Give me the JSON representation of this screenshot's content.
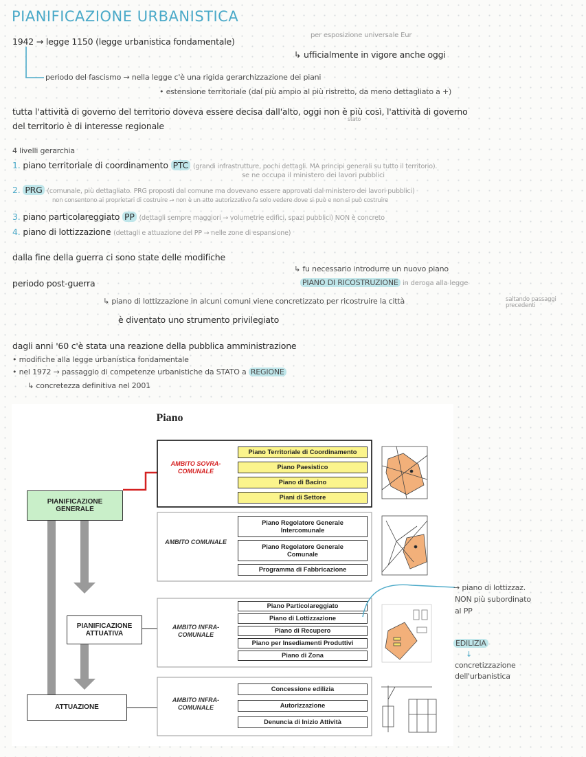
{
  "title": "PIANIFICAZIONE URBANISTICA",
  "notes": {
    "l1_main": "1942 → legge 1150 (legge urbanistica fondamentale)",
    "l1_side": "per esposizione universale Eur",
    "l2": "↳ ufficialmente in vigore anche oggi",
    "l3": "periodo del fascismo → nella legge c'è una rigida gerarchizzazione dei piani",
    "l4": "• estensione territoriale (dal più ampio al più ristretto, da meno dettagliato a +)",
    "l5": "tutta l'attività di governo del territorio doveva essere decisa dall'alto, oggi non è più così, l'attività di governo",
    "l5_small": "stato",
    "l6": "del territorio è di interesse regionale",
    "l7": "4 livelli gerarchia",
    "i1_num": "1.",
    "i1_a": "piano territoriale di coordinamento",
    "i1_tag": "PTC",
    "i1_b": "(grandi infrastrutture, pochi dettagli. MA principi generali su tutto il territorio).",
    "i1_c": "se ne occupa il ministero dei lavori pubblici",
    "i2_num": "2.",
    "i2_tag": "PRG",
    "i2_b": "(comunale, più dettagliato. PRG proposti dal comune ma dovevano essere approvati dal ministero dei lavori pubblici)",
    "i2_c": "non consentono ai proprietari di costruire → non è un atto autorizzativo   fa solo vedere dove si può e non si può costruire",
    "i3_num": "3.",
    "i3_a": "piano particolareggiato",
    "i3_tag": "PP",
    "i3_b": "(dettagli sempre maggiori → volumetrie edifici, spazi pubblici) NON è concreto",
    "i4_num": "4.",
    "i4_a": "piano di lottizzazione",
    "i4_b": "(dettagli e attuazione del PP → nelle zone di espansione)",
    "l8": "dalla fine della guerra ci sono state delle modifiche",
    "l9": "↳ fu necessario introdurre un nuovo piano",
    "l10_tag": "PIANO DI RICOSTRUZIONE",
    "l10_b": "in deroga alla legge",
    "l11": "periodo post-guerra",
    "l12_a": "↳ piano di lottizzazione",
    "l12_b": "in alcuni comuni viene concretizzato per ricostruire la città",
    "l12_side": "saltando passaggi precedenti",
    "l13": "è diventato uno strumento privilegiato",
    "l14": "dagli anni '60 c'è stata una reazione della pubblica amministrazione",
    "l15": "• modifiche alla legge urbanistica fondamentale",
    "l16_a": "• nel 1972 → passaggio di competenze urbanistiche da STATO a",
    "l16_tag": "REGIONE",
    "l17": "↳ concretezza definitiva nel 2001"
  },
  "figure": {
    "title": "Piano",
    "left_boxes": [
      "PIANIFICAZIONE GENERALE",
      "PIANIFICAZIONE ATTUATIVA",
      "ATTUAZIONE"
    ],
    "ambiti": [
      "AMBITO SOVRA-COMUNALE",
      "AMBITO COMUNALE",
      "AMBITO INFRA-COMUNALE",
      "AMBITO INFRA-COMUNALE"
    ],
    "group1": [
      "Piano Territoriale di Coordinamento",
      "Piano Paesistico",
      "Piano di Bacino",
      "Piani di Settore"
    ],
    "group2": [
      "Piano Regolatore Generale Intercomunale",
      "Piano Regolatore Generale Comunale",
      "Programma di Fabbricazione"
    ],
    "group3": [
      "Piano Particolareggiato",
      "Piano di Lottizzazione",
      "Piano di Recupero",
      "Piano per Insediamenti Produttivi",
      "Piano di Zona"
    ],
    "group4": [
      "Concessione edilizia",
      "Autorizzazione",
      "Denuncia di Inizio Attività"
    ]
  },
  "side_notes": {
    "a1": "→ piano di lottizzaz.",
    "a2": "NON più subordinato",
    "a3": "al PP",
    "b_tag": "EDILIZIA",
    "b_arrow": "↓",
    "b1": "concretizzazione",
    "b2": "dell'urbanistica"
  },
  "colors": {
    "accent": "#4aa9c8",
    "highlight": "#bfe6ea",
    "yellow": "#fbf48c",
    "green": "#c9efc9",
    "red": "#d42020"
  }
}
